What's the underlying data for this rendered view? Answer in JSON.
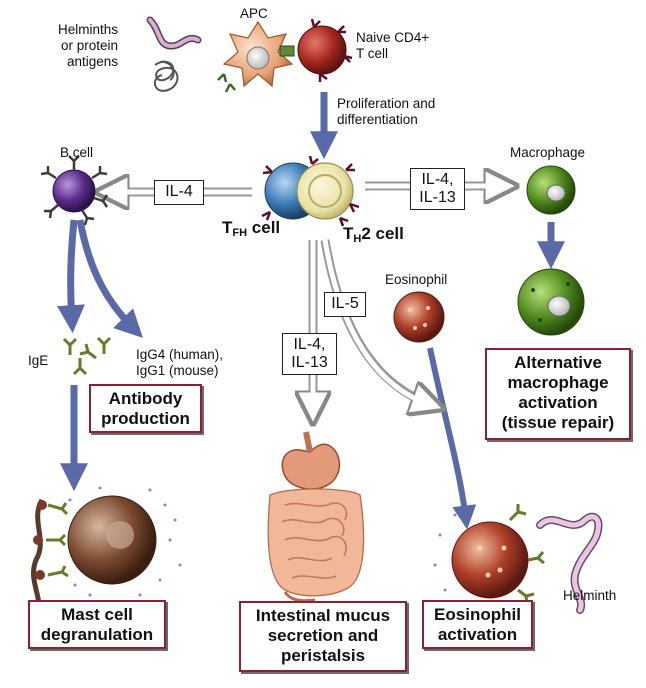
{
  "labels": {
    "antigen": "Helminths\nor protein\nantigens",
    "apc": "APC",
    "naive": "Naive CD4+\nT cell",
    "prolif": "Proliferation and\ndifferentiation",
    "bcell": "B cell",
    "macrophage": "Macrophage",
    "eosinophil": "Eosinophil",
    "ige": "IgE",
    "igg": "IgG4 (human),\nIgG1 (mouse)",
    "helminth": "Helminth",
    "tfh_main": "T",
    "tfh_sub": "FH",
    "tfh_tail": " cell",
    "th2_main": "T",
    "th2_sub": "H",
    "th2_tail": "2 cell"
  },
  "cytokines": {
    "il4_left": "IL-4",
    "il4_il13_right": "IL-4,\nIL-13",
    "il5": "IL-5",
    "il4_il13_mid": "IL-4,\nIL-13"
  },
  "outcomes": {
    "antibody": "Antibody\nproduction",
    "mast": "Mast cell\ndegranulation",
    "intestinal": "Intestinal mucus\nsecretion and\nperistalsis",
    "eosinophil": "Eosinophil\nactivation",
    "macrophage": "Alternative\nmacrophage\nactivation\n(tissue repair)"
  }
}
